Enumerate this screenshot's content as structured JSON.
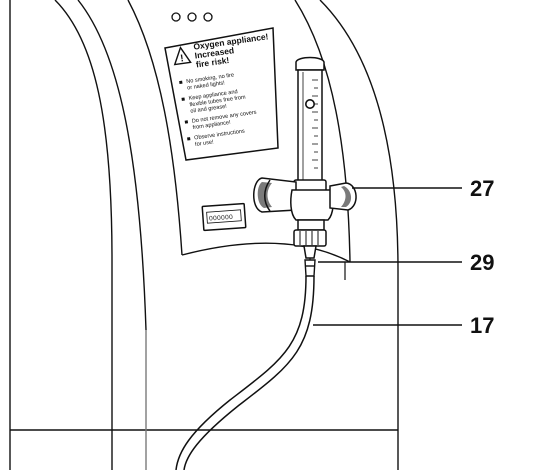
{
  "warning_label": {
    "heading": [
      "Oxygen appliance!",
      "Increased",
      "fire risk!"
    ],
    "items": [
      [
        "No smoking, no fire",
        "or naked lights!"
      ],
      [
        "Keep appliance and",
        "flexible tubes free from",
        "oil and grease!"
      ],
      [
        "Do not remove any covers",
        "from appliance!"
      ],
      [
        "Observe instructions",
        "for use!"
      ]
    ]
  },
  "hour_counter": {
    "digits": "000000"
  },
  "callouts": [
    {
      "id": "27",
      "label": "27"
    },
    {
      "id": "29",
      "label": "29"
    },
    {
      "id": "17",
      "label": "17"
    }
  ],
  "colors": {
    "line": "#111111",
    "background": "#ffffff",
    "shade": "#7a7a7a"
  },
  "icons": {
    "warning": "warning-triangle-icon",
    "bullet": "square-bullet-icon"
  }
}
